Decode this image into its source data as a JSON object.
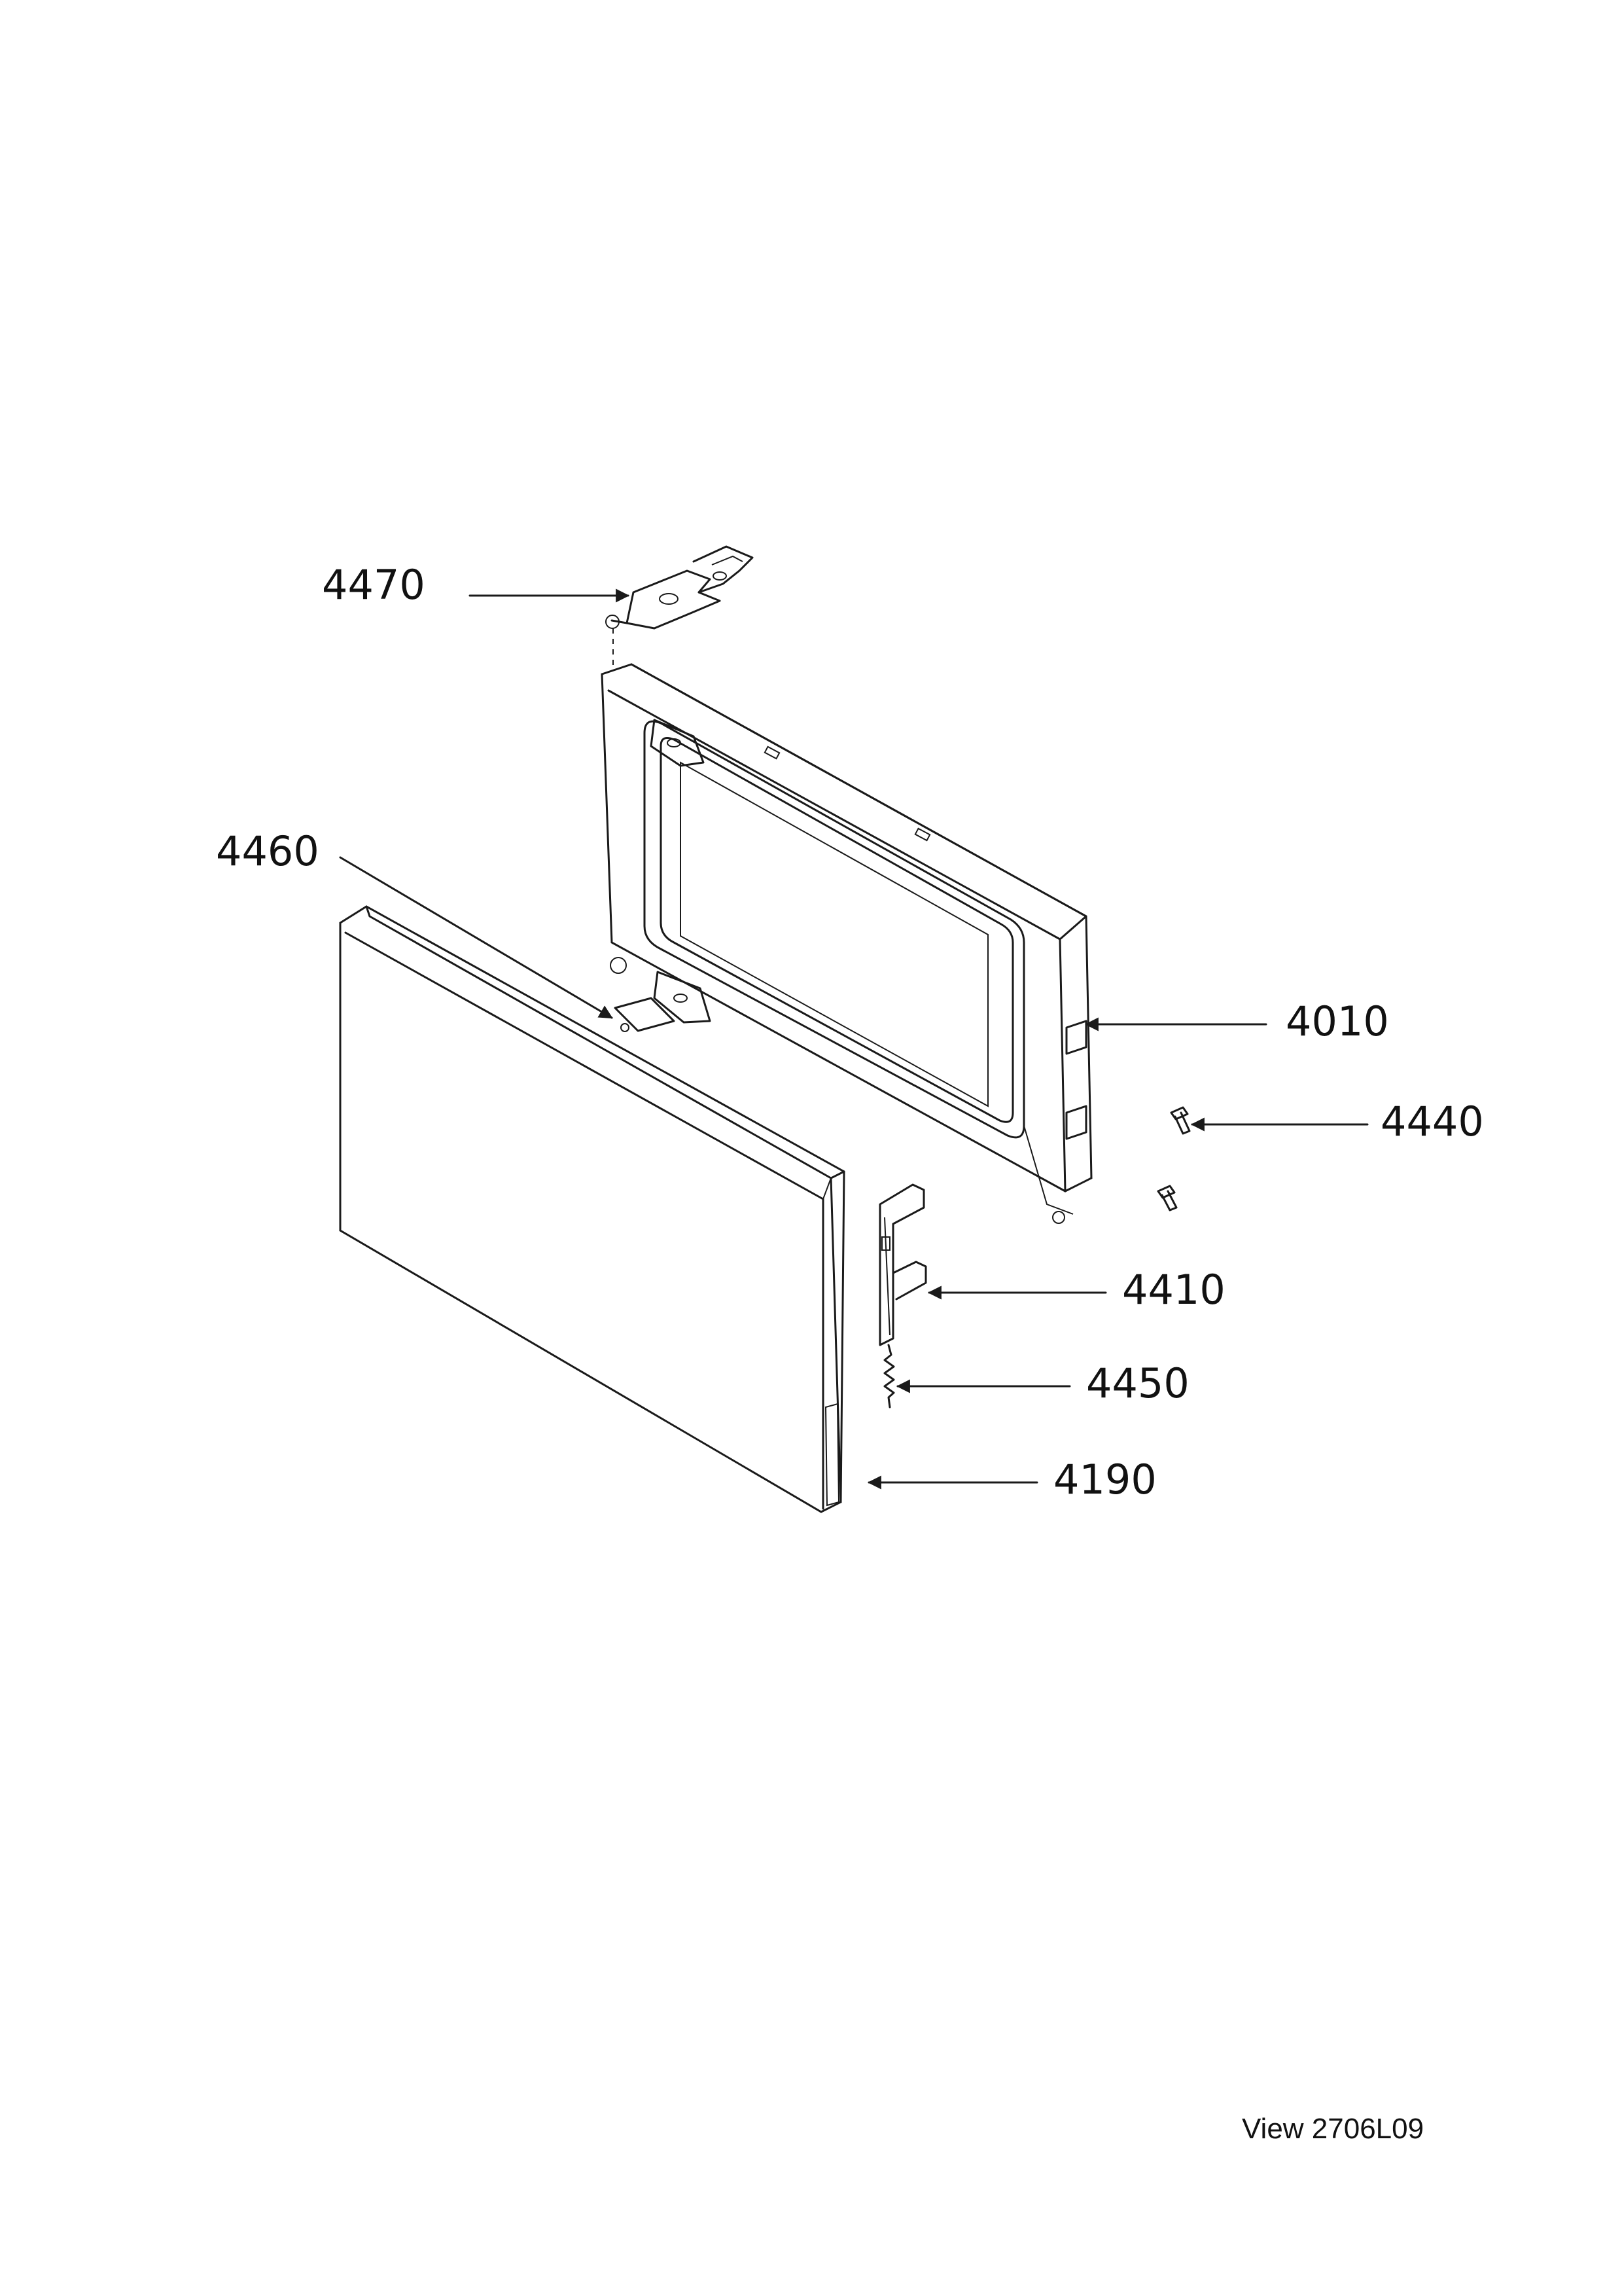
{
  "parts": [
    {
      "id": "4470",
      "label": "4470"
    },
    {
      "id": "4460",
      "label": "4460"
    },
    {
      "id": "4010",
      "label": "4010"
    },
    {
      "id": "4440",
      "label": "4440"
    },
    {
      "id": "4410",
      "label": "4410"
    },
    {
      "id": "4450",
      "label": "4450"
    },
    {
      "id": "4190",
      "label": "4190"
    }
  ],
  "footer": {
    "view_label": "View 2706L09"
  }
}
